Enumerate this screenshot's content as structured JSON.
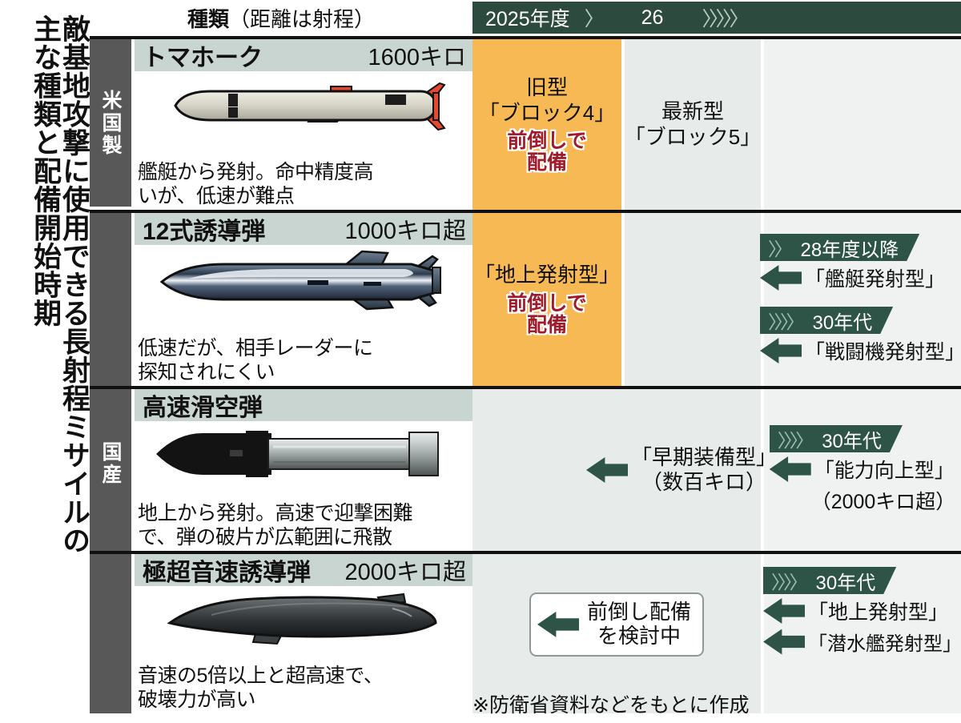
{
  "title": {
    "line1": "敵基地攻撃に使用できる長射程ミサイルの",
    "line2": "主な種類と配備開始時期"
  },
  "header": {
    "kind_main": "種類",
    "kind_sub": "（距離は射程）",
    "timeline": {
      "year1": "2025年度",
      "chevron1": "〉",
      "year2": "26",
      "chevrons2": "〉〉〉〉〉"
    }
  },
  "makers": {
    "us": "米国製",
    "domestic": "国産"
  },
  "rows": [
    {
      "name": "トマホーク",
      "range": "1600キロ",
      "desc_line1": "艦艇から発射。命中精度高",
      "desc_line2": "いが、低速が難点",
      "icon": "tomahawk-missile-icon",
      "cell1": {
        "highlight": true,
        "line1": "旧型",
        "line2": "「ブロック4」",
        "stamp1": "前倒しで",
        "stamp2": "配備"
      },
      "cell2": {
        "line1": "最新型",
        "line2": "「ブロック5」"
      },
      "cell3": {}
    },
    {
      "name": "12式誘導弾",
      "range": "1000キロ超",
      "desc_line1": "低速だが、相手レーダーに",
      "desc_line2": "探知されにくい",
      "icon": "type12-guided-missile-icon",
      "cell1": {
        "highlight": true,
        "line1": "「地上発射型」",
        "stamp1": "前倒しで",
        "stamp2": "配備"
      },
      "cell2": {},
      "cell3": {
        "groups": [
          {
            "era": "28年度以降",
            "chevrons": "〉〉",
            "arrows": [
              "「艦艇発射型」"
            ]
          },
          {
            "era": "30年代",
            "chevrons": "〉〉〉〉",
            "arrows": [
              "「戦闘機発射型」"
            ]
          }
        ]
      }
    },
    {
      "name": "高速滑空弾",
      "range": "",
      "desc_line1": "地上から発射。高速で迎撃困難",
      "desc_line2": "で、弾の破片が広範囲に飛散",
      "icon": "hypervelocity-gliding-projectile-icon",
      "cell1": {},
      "cell2": {
        "arrow_label_line1": "「早期装備型」",
        "arrow_label_line2": "（数百キロ）"
      },
      "cell3": {
        "groups": [
          {
            "era": "30年代",
            "chevrons": "〉〉〉〉",
            "arrows": [
              "「能力向上型」"
            ],
            "subnote": "（2000キロ超）"
          }
        ]
      }
    },
    {
      "name": "極超音速誘導弾",
      "range": "2000キロ超",
      "desc_line1": "音速の5倍以上と超高速で、",
      "desc_line2": "破壊力が高い",
      "icon": "hypersonic-guided-missile-icon",
      "cell1": {},
      "cell2": {
        "callout_line1": "前倒し配備",
        "callout_line2": "を検討中"
      },
      "cell3": {
        "groups": [
          {
            "era": "30年代",
            "chevrons": "〉〉〉〉",
            "arrows": [
              "「地上発射型」",
              "「潜水艦発射型」"
            ]
          }
        ]
      }
    }
  ],
  "footnote": "※防衛省資料などをもとに作成",
  "colors": {
    "banner_green": "#2d4a3e",
    "chip_green": "#2d5446",
    "highlight_orange": "#f6b953",
    "stamp_red": "#9e1b2b",
    "title_bar_gray": "#c9d5d0",
    "maker_band_gray": "#585858",
    "cell_gray": "#e7ecea"
  }
}
